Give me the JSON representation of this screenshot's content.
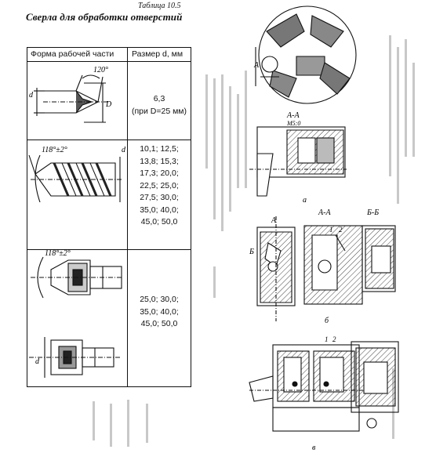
{
  "table_number": "Таблица 10.5",
  "title": "Сверла для обработки отверстий",
  "table": {
    "headers": [
      "Форма рабочей части",
      "Размер d, мм"
    ],
    "rows": [
      {
        "size_line1": "6,3",
        "size_line2": "(при D=25 мм)",
        "angle": "120°",
        "dim_d": "d",
        "dim_D": "D"
      },
      {
        "sizes": [
          "10,1; 12,5;",
          "13,8; 15,3;",
          "17,3; 20,0;",
          "22,5; 25,0;",
          "27,5; 30,0;",
          "35,0; 40,0;",
          "45,0; 50,0"
        ],
        "angle": "118°±2°",
        "dim_d": "d"
      },
      {
        "sizes": [
          "25,0; 30,0;",
          "35,0; 40,0;",
          "45,0; 50,0"
        ],
        "angle": "118°±2°",
        "dim_d": "d"
      }
    ]
  },
  "figures": {
    "section_a": "A-A",
    "scale": "M5:0",
    "label_A": "A",
    "caption_a": "а",
    "label_b_section": "Б",
    "label_A1": "А",
    "section_aa2": "А-А",
    "section_bb": "Б-Б",
    "num_1": "1",
    "num_2": "2",
    "caption_b": "б",
    "num_1b": "1",
    "num_2b": "2",
    "caption_v": "в"
  },
  "colors": {
    "ink": "#111111",
    "hatch": "#333333",
    "faint": "#bcbcbc"
  }
}
